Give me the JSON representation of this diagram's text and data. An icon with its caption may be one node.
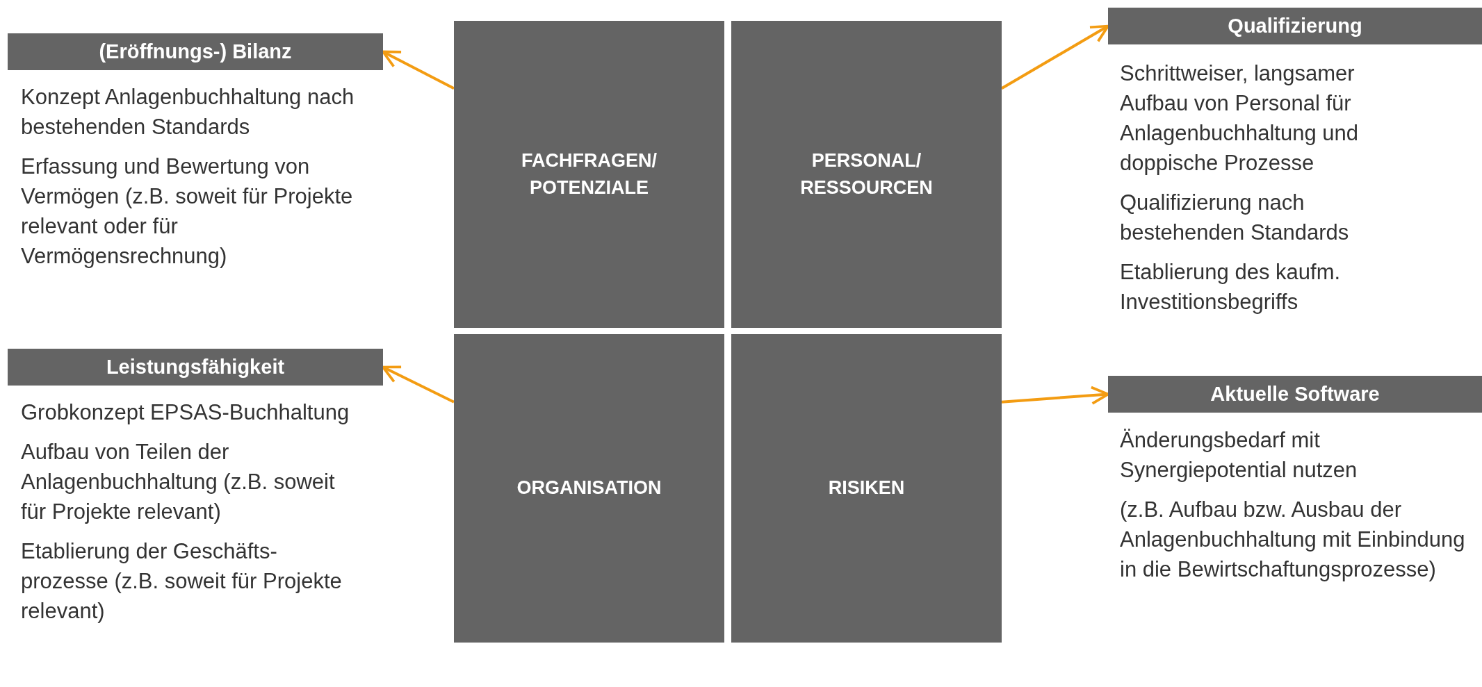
{
  "diagram": {
    "nodes": [
      {
        "text": [
          "FACHFRAGEN/ POTENZIALE"
        ]
      },
      {
        "text": [
          "PERSONAL/ RESSOURCEN"
        ]
      },
      {
        "text": [
          "ORGANISATION"
        ]
      },
      {
        "text": [
          "RISIKEN"
        ]
      },
      {
        "text": [
          "(Eröffnungs-) Bilanz"
        ],
        "beside": [
          "Konzept Anlagenbuchhaltung nach bestehenden Standards",
          "Erfassung und Bewertung von Vermögen (z.B. soweit für Projekte relevant oder für Vermögensrechnung)"
        ]
      },
      {
        "text": [
          "Qualifizierung"
        ],
        "beside": [
          "Schrittweiser, langsamer Aufbau von Personal für Anlagenbuchhaltung und doppische Prozesse",
          "Qualifizierung nach bestehenden Standards",
          "Etablierung des kaufm. Investitionsbegriffs"
        ]
      },
      {
        "text": [
          "Leistungsfähigkeit"
        ],
        "beside": [
          "Grobkonzept EPSAS-Buchhaltung",
          "Aufbau von Teilen der Anlagenbuchhaltung (z.B. soweit für Projekte relevant)",
          "Etablierung der Geschäfts- prozesse (z.B. soweit für Projekte relevant)"
        ]
      },
      {
        "text": [
          "Aktuelle Software"
        ],
        "beside": [
          "Änderungsbedarf mit Synergiepotential nutzen",
          "(z.B. Aufbau bzw. Ausbau der Anlagenbuchhaltung mit Einbindung in die Bewirtschaftungsprozesse)"
        ]
      }
    ],
    "edges": [
      {
        "from": 0,
        "to": 4,
        "arrow": "to"
      },
      {
        "from": 1,
        "to": 5,
        "arrow": "to"
      },
      {
        "from": 2,
        "to": 6,
        "arrow": "to"
      },
      {
        "from": 3,
        "to": 7,
        "arrow": "to"
      }
    ]
  }
}
